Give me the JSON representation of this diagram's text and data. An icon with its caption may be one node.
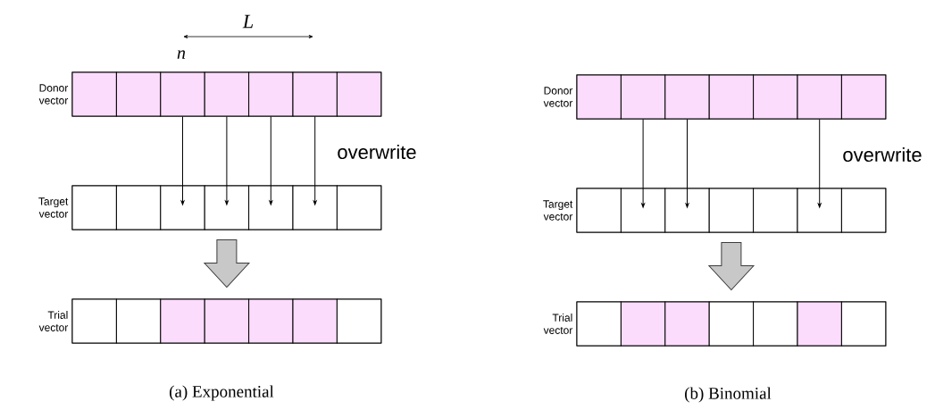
{
  "diagram": {
    "nodes": [
      {
        "text": [
          "Donor vector"
        ]
      },
      {
        "text": [],
        "shape": "box",
        "in": 0
      },
      {
        "text": [],
        "shape": "box",
        "in": 0
      },
      {
        "text": [],
        "shape": "box",
        "in": 0
      },
      {
        "text": [],
        "shape": "box",
        "in": 0
      },
      {
        "text": [],
        "shape": "box",
        "in": 0
      },
      {
        "text": [],
        "shape": "box",
        "in": 0
      },
      {
        "text": [],
        "shape": "box",
        "in": 0
      },
      {
        "text": [
          "Target vector"
        ]
      },
      {
        "text": [],
        "shape": "box",
        "in": 8
      },
      {
        "text": [],
        "shape": "box",
        "in": 8
      },
      {
        "text": [],
        "shape": "box",
        "in": 8
      },
      {
        "text": [],
        "shape": "box",
        "in": 8
      },
      {
        "text": [],
        "shape": "box",
        "in": 8
      },
      {
        "text": [],
        "shape": "box",
        "in": 8
      },
      {
        "text": [],
        "shape": "box",
        "in": 8
      },
      {
        "text": [
          "Trial vector"
        ]
      },
      {
        "text": [],
        "shape": "box",
        "in": 16
      },
      {
        "text": [],
        "shape": "box",
        "in": 16
      },
      {
        "text": [],
        "shape": "box",
        "in": 16
      },
      {
        "text": [],
        "shape": "box",
        "in": 16
      },
      {
        "text": [],
        "shape": "box",
        "in": 16
      },
      {
        "text": [],
        "shape": "box",
        "in": 16
      },
      {
        "text": [],
        "shape": "box",
        "in": 16
      },
      {
        "text": [
          "Donor vector"
        ]
      },
      {
        "text": [],
        "shape": "box",
        "in": 24
      },
      {
        "text": [],
        "shape": "box",
        "in": 24
      },
      {
        "text": [],
        "shape": "box",
        "in": 24
      },
      {
        "text": [],
        "shape": "box",
        "in": 24
      },
      {
        "text": [],
        "shape": "box",
        "in": 24
      },
      {
        "text": [],
        "shape": "box",
        "in": 24
      },
      {
        "text": [],
        "shape": "box",
        "in": 24
      },
      {
        "text": [
          "Target vector"
        ]
      },
      {
        "text": [],
        "shape": "box",
        "in": 32
      },
      {
        "text": [],
        "shape": "box",
        "in": 32
      },
      {
        "text": [],
        "shape": "box",
        "in": 32
      },
      {
        "text": [],
        "shape": "box",
        "in": 32
      },
      {
        "text": [],
        "shape": "box",
        "in": 32
      },
      {
        "text": [],
        "shape": "box",
        "in": 32
      },
      {
        "text": [],
        "shape": "box",
        "in": 32
      },
      {
        "text": [
          "Trial vector"
        ]
      },
      {
        "text": [],
        "shape": "box",
        "in": 40
      },
      {
        "text": [],
        "shape": "box",
        "in": 40
      },
      {
        "text": [],
        "shape": "box",
        "in": 40
      },
      {
        "text": [],
        "shape": "box",
        "in": 40
      },
      {
        "text": [],
        "shape": "box",
        "in": 40
      },
      {
        "text": [],
        "shape": "box",
        "in": 40
      },
      {
        "text": [],
        "shape": "box",
        "in": 40
      }
    ],
    "edges": [
      {
        "from": 3,
        "to": 11,
        "arrow": "to"
      },
      {
        "from": 4,
        "to": 12,
        "arrow": "to"
      },
      {
        "from": 5,
        "to": 13,
        "arrow": "to"
      },
      {
        "from": 6,
        "to": 14,
        "arrow": "to"
      },
      {
        "from": 8,
        "to": 16,
        "arrow": "to",
        "style": "thick",
        "color": "#c8c8c8"
      },
      {
        "from": 26,
        "to": 34,
        "arrow": "to"
      },
      {
        "from": 27,
        "to": 35,
        "arrow": "to"
      },
      {
        "from": 30,
        "to": 38,
        "arrow": "to"
      },
      {
        "from": 32,
        "to": 40,
        "arrow": "to",
        "style": "thick",
        "color": "#c8c8c8"
      }
    ],
    "labels": [
      "L",
      "n",
      "overwrite",
      "(a) Exponential",
      "overwrite",
      "(b) Binomial"
    ]
  }
}
